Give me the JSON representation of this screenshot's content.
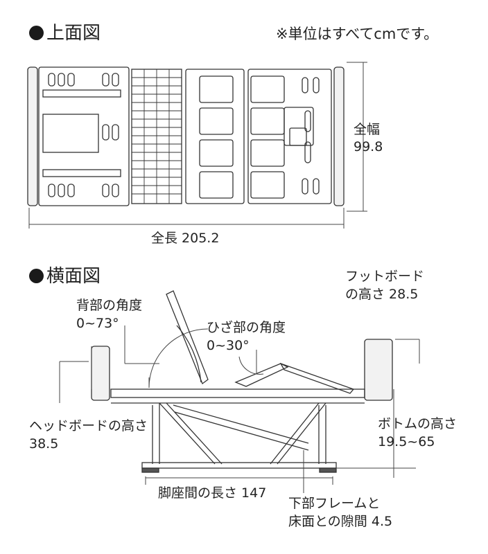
{
  "top_view": {
    "title": "上面図",
    "unit_note": "※単位はすべてcmです。",
    "width_label": "全幅",
    "width_value": "99.8",
    "length_label": "全長 205.2"
  },
  "side_view": {
    "title": "横面図",
    "back_angle_label": "背部の角度",
    "back_angle_value": "0~73°",
    "knee_angle_label": "ひざ部の角度",
    "knee_angle_value": "0~30°",
    "footboard_label": "フットボード",
    "footboard_value": "の高さ 28.5",
    "headboard_label": "ヘッドボードの高さ",
    "headboard_value": "38.5",
    "bottom_label": "ボトムの高さ",
    "bottom_value": "19.5~65",
    "leg_span_label": "脚座間の長さ 147",
    "clearance_label": "下部フレームと",
    "clearance_value": "床面との隙間 4.5"
  },
  "colors": {
    "line": "#333333",
    "dim": "#444444",
    "board": "#f2f2f2"
  }
}
